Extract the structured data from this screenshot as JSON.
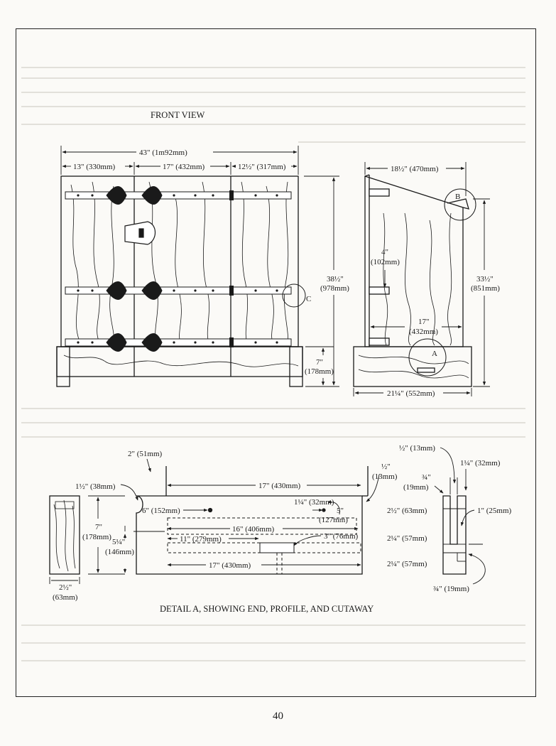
{
  "front_view": {
    "title": "FRONT VIEW",
    "overall_width": "43\" (1m92mm)",
    "left_panel_width": "13\" (330mm)",
    "center_panel_width": "17\" (432mm)",
    "right_panel_width": "12½\" (317mm)",
    "height_total_in": "38½\"",
    "height_total_mm": "(978mm)",
    "base_height_in": "7\"",
    "base_height_mm": "(178mm)",
    "callout_c": "C"
  },
  "side_view": {
    "top_width": "18½\" (470mm)",
    "front_height_in": "33½\"",
    "front_height_mm": "(851mm)",
    "inset_in": "4\"",
    "inset_mm": "(102mm)",
    "depth_in": "17\"",
    "depth_mm": "(432mm)",
    "base_width": "21¼\" (552mm)",
    "callout_a": "A",
    "callout_b": "B"
  },
  "detail_a": {
    "caption": "DETAIL A, SHOWING END, PROFILE, AND CUTAWAY",
    "end_height_in": "7\"",
    "end_height_mm": "(178mm)",
    "end_width_in": "2½\"",
    "end_width_mm": "(63mm)",
    "notch_top": "2\" (51mm)",
    "corner_radius": "1½\" (38mm)",
    "length_top": "17\" (430mm)",
    "hole_offset": "6\" (152mm)",
    "hole_spacing": "1¼\" (32mm)",
    "slot_offset_in": "5\"",
    "slot_offset_mm": "(127mm)",
    "slot_length": "16\" (406mm)",
    "slot_start": "11\" (279mm)",
    "slot_width": "3\" (76mm)",
    "inner_height_in": "5¼\"",
    "inner_height_mm": "(146mm)",
    "length_bottom": "17\" (430mm)",
    "tab_in": "½\"",
    "tab_mm": "(13mm)",
    "row1": "2½\" (63mm)",
    "row2": "2¼\" (57mm)",
    "row3": "2¼\" (57mm)"
  },
  "detail_b": {
    "half_inch": "½\" (13mm)",
    "three_quarter_in": "¾\"",
    "three_quarter_mm": "(19mm)",
    "one_quarter": "1¼\" (32mm)",
    "one_inch": "1\" (25mm)",
    "bottom_three_quarter": "¾\" (19mm)"
  },
  "page_number": "40"
}
